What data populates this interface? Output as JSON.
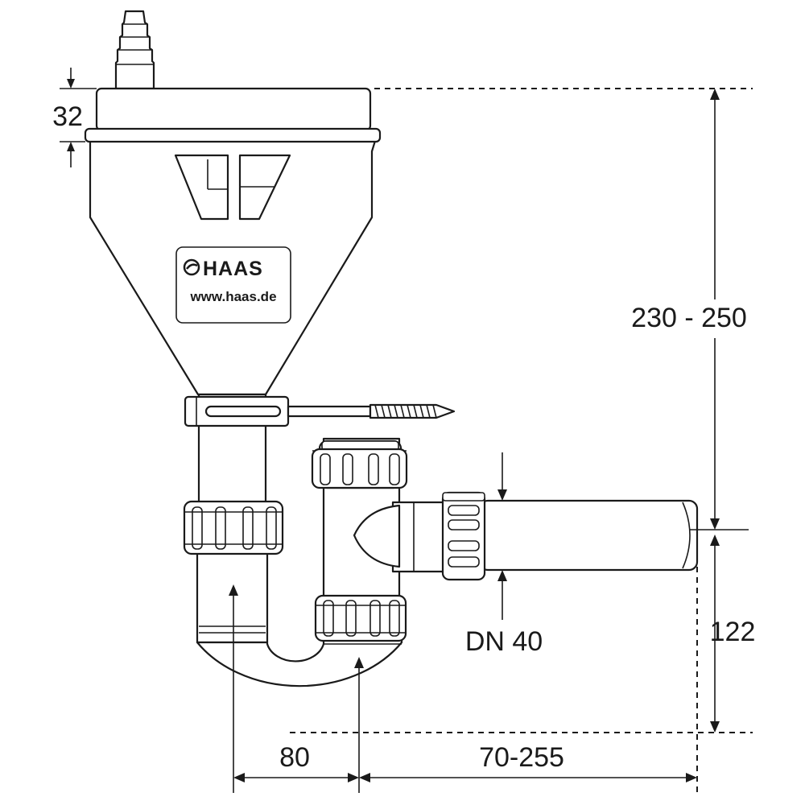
{
  "dimensions": {
    "cap_height": "32",
    "total_height": "230 - 250",
    "outlet_height": "122",
    "pipe_size": "DN 40",
    "offset_inlet_outlet": "80",
    "outlet_length": "70-255"
  },
  "label": {
    "brand": "HAAS",
    "url": "www.haas.de"
  },
  "colors": {
    "line": "#1a1a1a",
    "background": "#ffffff"
  }
}
